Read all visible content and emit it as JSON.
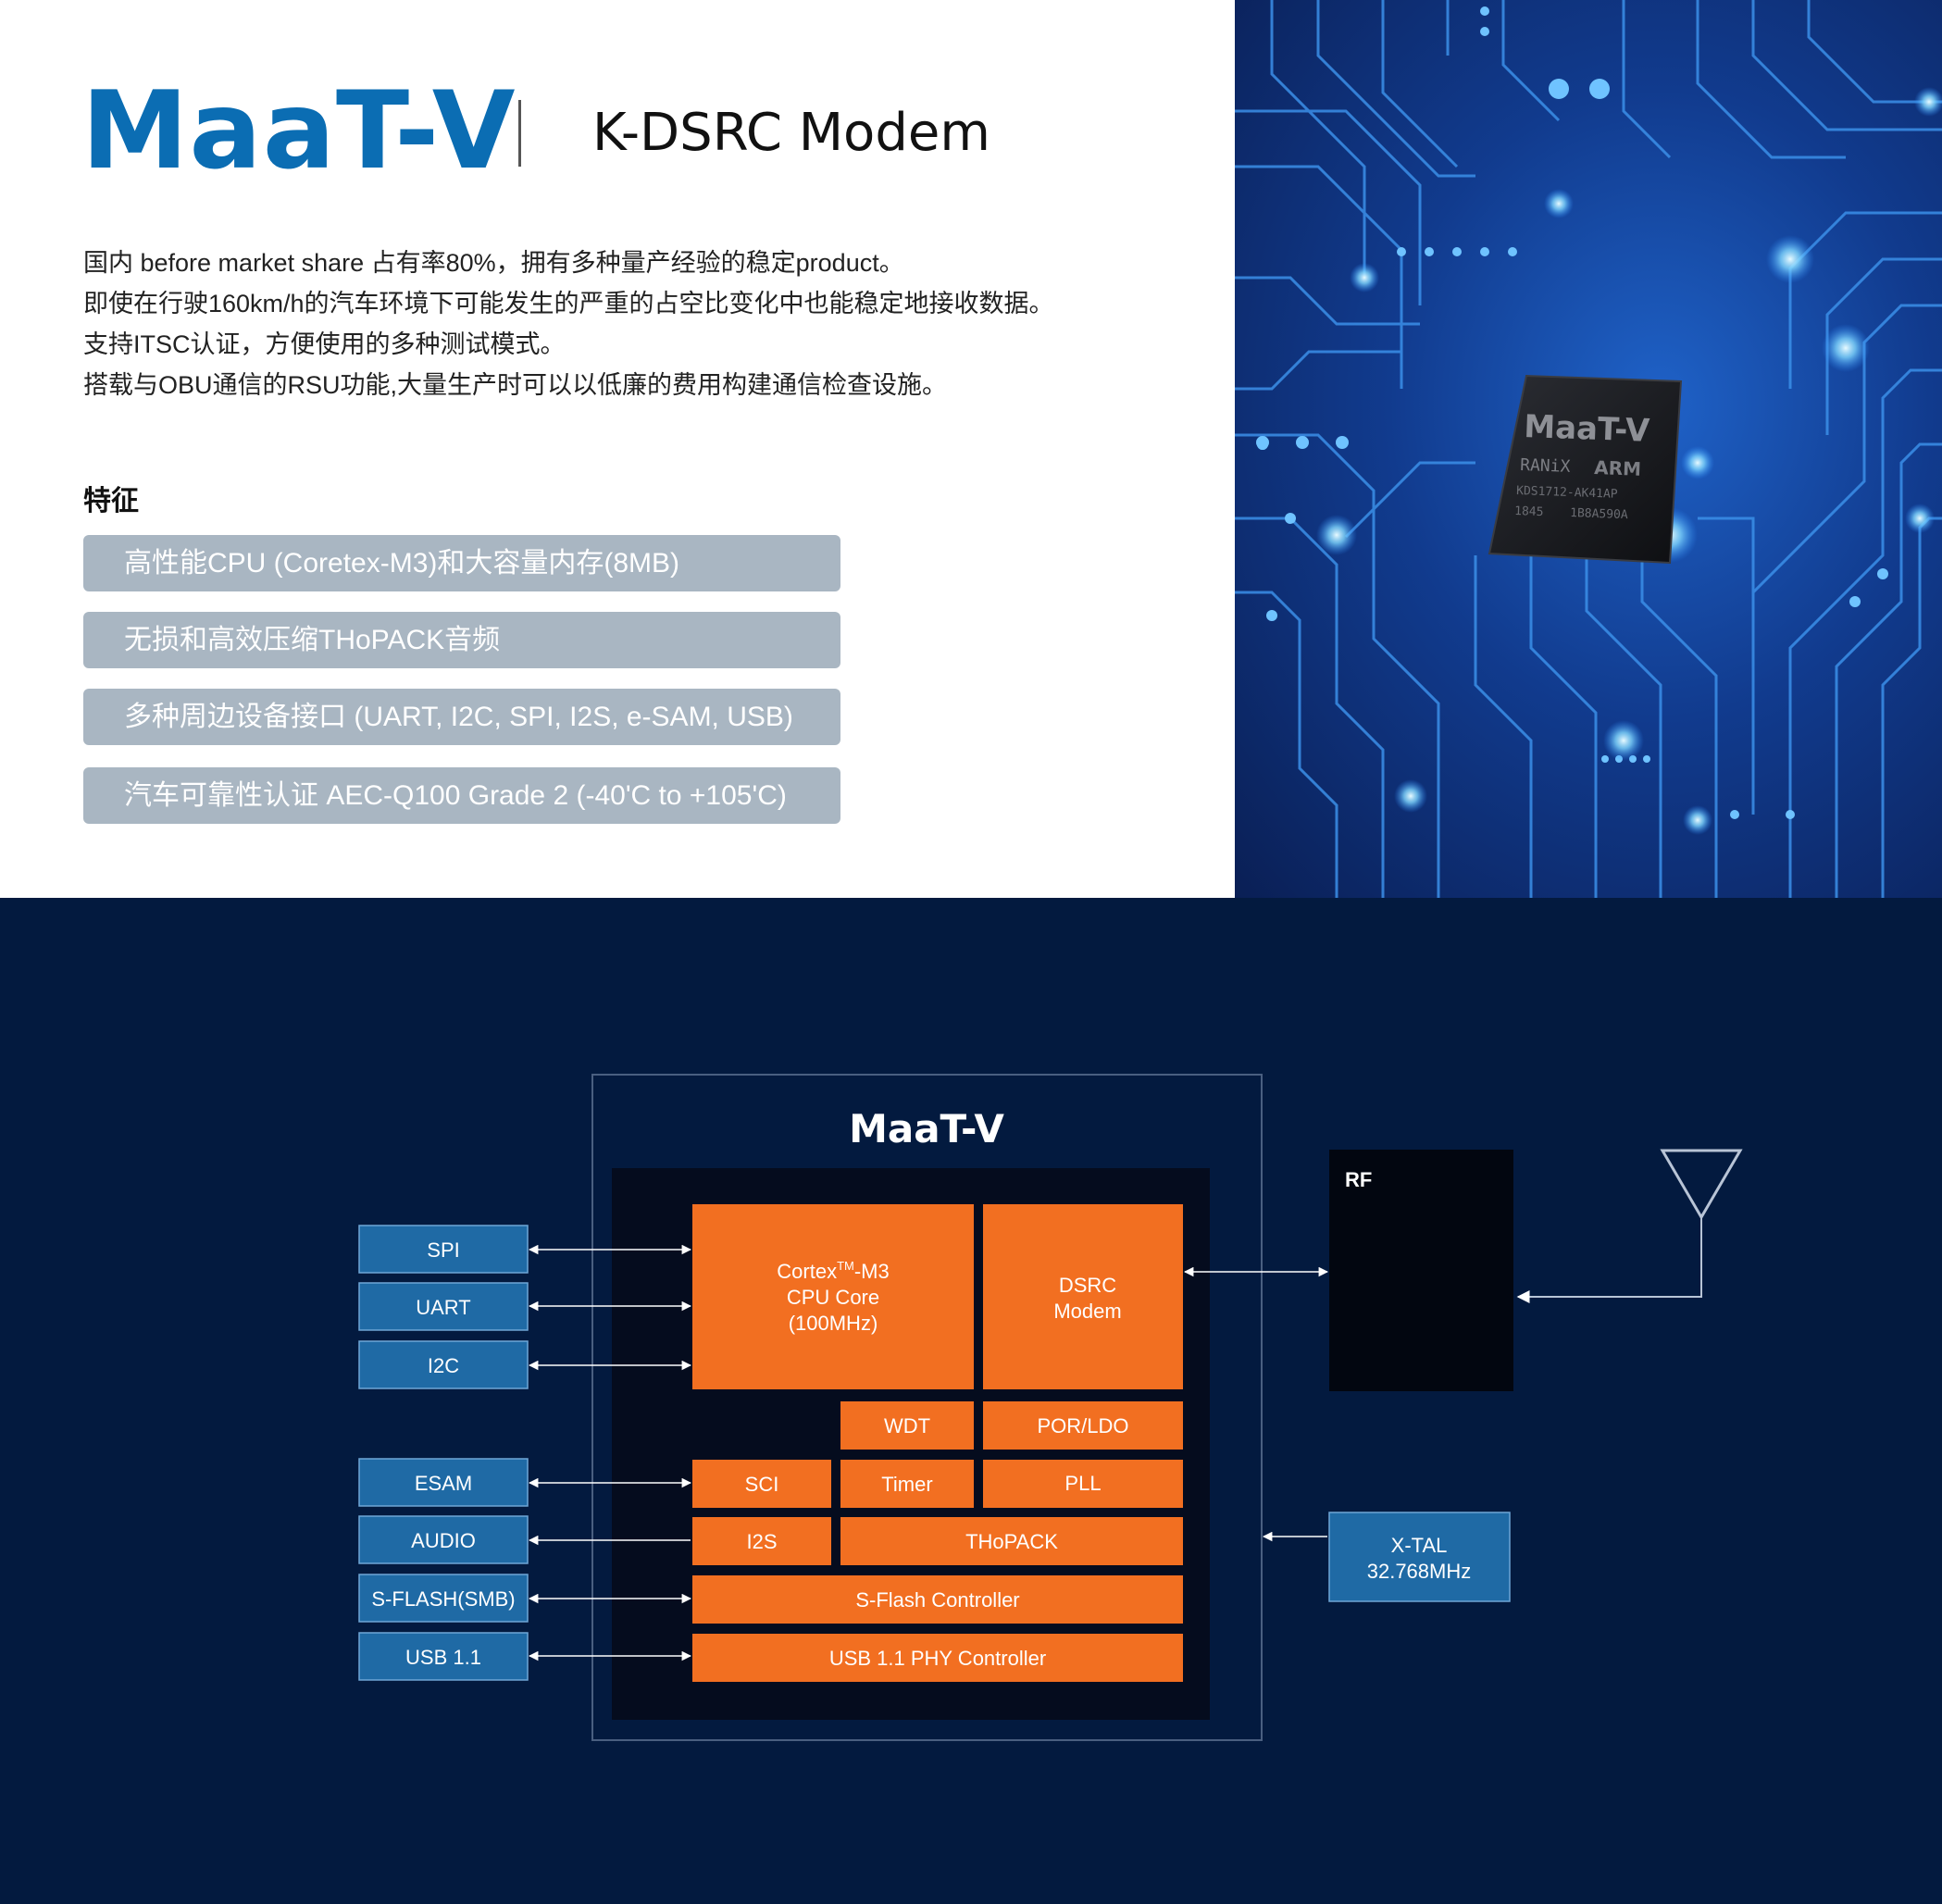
{
  "header": {
    "brand": "MaaT-V",
    "subtitle": "K-DSRC Modem"
  },
  "description": [
    "国内 before market share 占有率80%，拥有多种量产经验的稳定product。",
    "即使在行驶160km/h的汽车环境下可能发生的严重的占空比变化中也能稳定地接收数据。",
    "支持ITSC认证，方便使用的多种测试模式。",
    "搭载与OBU通信的RSU功能,大量生产时可以以低廉的费用构建通信检查设施。"
  ],
  "features": {
    "title": "特征",
    "items": [
      "高性能CPU (Coretex-M3)和大容量内存(8MB)",
      "无损和高效压缩THoPACK音频",
      "多种周边设备接口 (UART, I2C, SPI, I2S, e-SAM, USB)",
      "汽车可靠性认证 AEC-Q100 Grade 2 (-40'C to +105'C)"
    ]
  },
  "chip": {
    "name": "MaaT-V",
    "line2_left": "RANiX",
    "line2_right": "ARM",
    "line3": "KDS1712-AK41AP",
    "line4_left": "1845",
    "line4_right": "1B8A590A"
  },
  "diagram": {
    "title": "MaaT-V",
    "cpu": {
      "line1": "Cortex",
      "tm": "TM",
      "line1b": "-M3",
      "line2": "CPU Core",
      "line3": "(100MHz)"
    },
    "dsrc": {
      "line1": "DSRC",
      "line2": "Modem"
    },
    "blocks": {
      "wdt": "WDT",
      "por": "POR/LDO",
      "sci": "SCI",
      "timer": "Timer",
      "pll": "PLL",
      "i2s": "I2S",
      "thopack": "THoPACK",
      "sflash_ctrl": "S-Flash Controller",
      "usb_ctrl": "USB 1.1 PHY Controller"
    },
    "peripherals": {
      "spi": "SPI",
      "uart": "UART",
      "i2c": "I2C",
      "esam": "ESAM",
      "audio": "AUDIO",
      "sflash": "S-FLASH(SMB)",
      "usb": "USB 1.1"
    },
    "rf": "RF",
    "xtal": {
      "line1": "X-TAL",
      "line2": "32.768MHz"
    },
    "colors": {
      "orange": "#f26f21",
      "periph_blue": "#1f6aa5",
      "navy": "#031a3f",
      "core_bg": "#050c1e"
    }
  }
}
